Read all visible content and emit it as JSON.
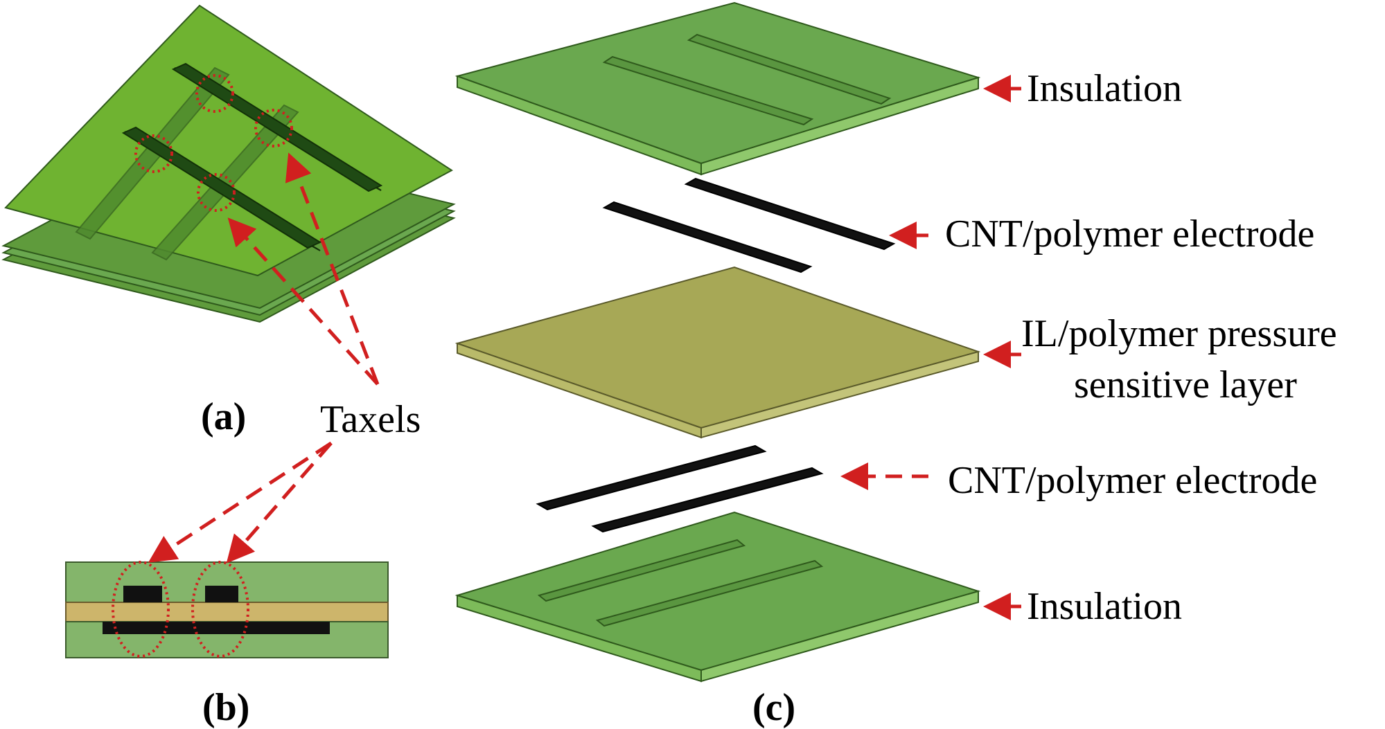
{
  "labels": {
    "a": "(a)",
    "b": "(b)",
    "c": "(c)",
    "taxels": "Taxels",
    "insulation_top": "Insulation",
    "electrode_top": "CNT/polymer electrode",
    "pressure_line1": "IL/polymer pressure",
    "pressure_line2": "sensitive layer",
    "electrode_bottom": "CNT/polymer electrode",
    "insulation_bottom": "Insulation"
  },
  "colors": {
    "insulation": "#6aa84f",
    "insulation_light": "#7dbb5a",
    "pressure_layer": "#a7a856",
    "electrode": "#111111",
    "arrow": "#d11f1f",
    "taxel_marker": "#d11f1f"
  },
  "icons": {
    "arrow": "dashed-red-arrow",
    "taxel_marker": "dotted-red-ellipse"
  }
}
